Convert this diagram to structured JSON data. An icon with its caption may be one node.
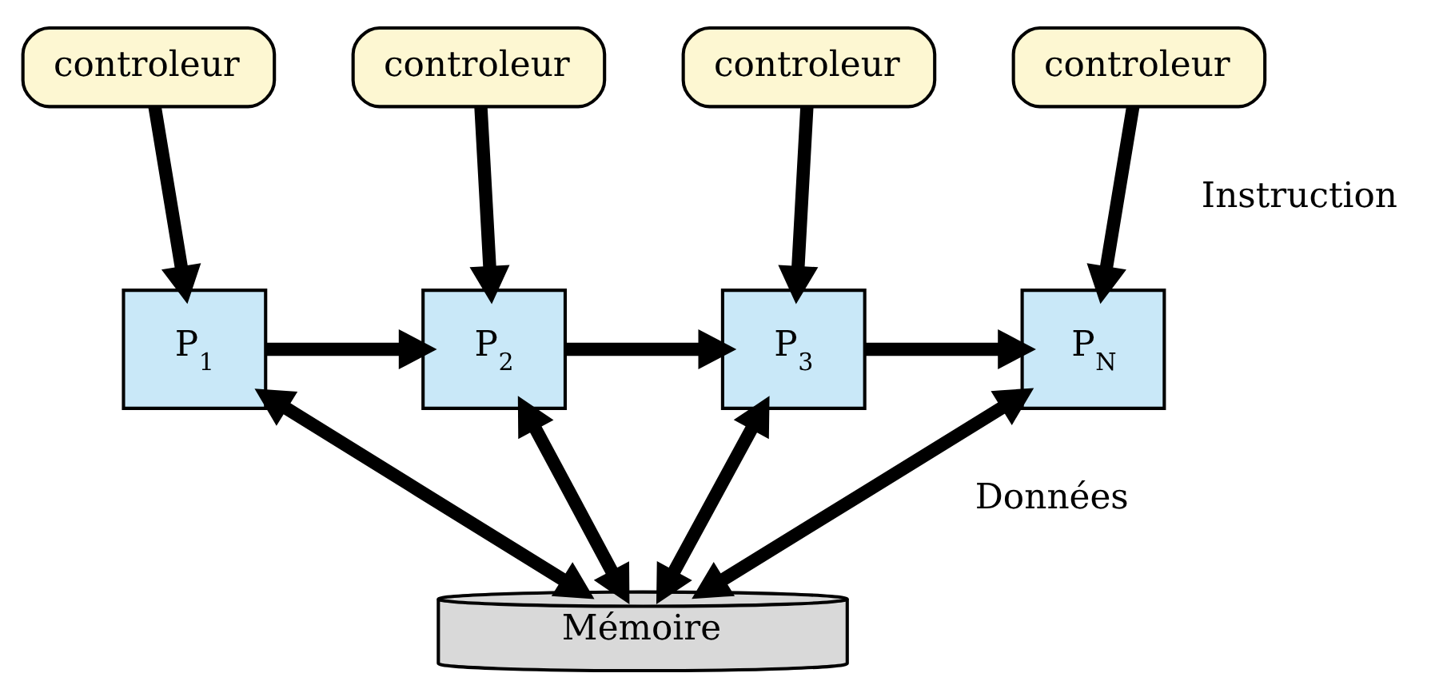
{
  "diagram": {
    "nodes": [
      {
        "text": [
          "controleur"
        ]
      },
      {
        "text": [
          "controleur"
        ]
      },
      {
        "text": [
          "controleur"
        ]
      },
      {
        "text": [
          "controleur"
        ]
      },
      {
        "text": [
          "P$_{1}$"
        ]
      },
      {
        "text": [
          "P$_{2}$"
        ]
      },
      {
        "text": [
          "P$_{3}$"
        ]
      },
      {
        "text": [
          "P$_{N}$"
        ]
      },
      {
        "text": [
          "Mémoire"
        ]
      }
    ],
    "edges": [
      {
        "from": 0,
        "to": 4,
        "arrow": "to"
      },
      {
        "from": 1,
        "to": 5,
        "arrow": "to"
      },
      {
        "from": 2,
        "to": 6,
        "arrow": "to"
      },
      {
        "from": 3,
        "to": 7,
        "arrow": "to",
        "label": "Instruction"
      },
      {
        "from": 4,
        "to": 5,
        "arrow": "to"
      },
      {
        "from": 5,
        "to": 6,
        "arrow": "to"
      },
      {
        "from": 6,
        "to": 7,
        "arrow": "to"
      },
      {
        "from": 4,
        "to": 8,
        "arrow": "both"
      },
      {
        "from": 5,
        "to": 8,
        "arrow": "both"
      },
      {
        "from": 6,
        "to": 8,
        "arrow": "both"
      },
      {
        "from": 7,
        "to": 8,
        "arrow": "both",
        "label": "Données"
      }
    ]
  }
}
